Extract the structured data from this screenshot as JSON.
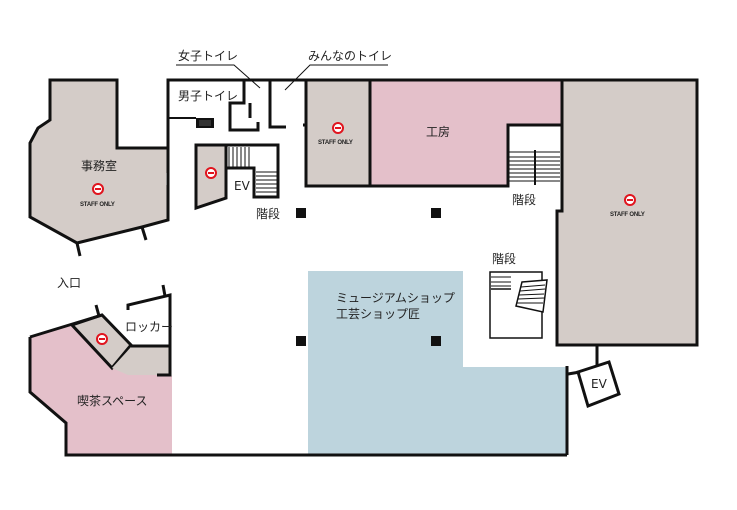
{
  "colors": {
    "staff_area": "#d4ccc8",
    "workshop": "#e4c0ca",
    "cafe": "#e4c0ca",
    "shop": "#bdd4dd",
    "wall": "#111111",
    "no_entry": "#e0141e"
  },
  "rooms": {
    "office": {
      "label": "事務室",
      "badge": "STAFF ONLY"
    },
    "womens_toilet": {
      "label": "女子トイレ"
    },
    "mens_toilet": {
      "label": "男子トイレ"
    },
    "accessible_toilet": {
      "label": "みんなのトイレ"
    },
    "staff_room_top": {
      "badge": "STAFF ONLY"
    },
    "workshop": {
      "label": "工房"
    },
    "storage_right": {
      "badge": "STAFF ONLY"
    },
    "elevator_left": {
      "label": "EV"
    },
    "elevator_right": {
      "label": "EV"
    },
    "stairs_left": {
      "label": "階段"
    },
    "stairs_right": {
      "label": "階段"
    },
    "stairs_center": {
      "label": "階段"
    },
    "entrance": {
      "label": "入口"
    },
    "lockers": {
      "label": "ロッカー"
    },
    "cafe": {
      "label": "喫茶スペース"
    },
    "shop": {
      "line1": "ミュージアムショップ",
      "line2": "工芸ショップ匠"
    }
  }
}
